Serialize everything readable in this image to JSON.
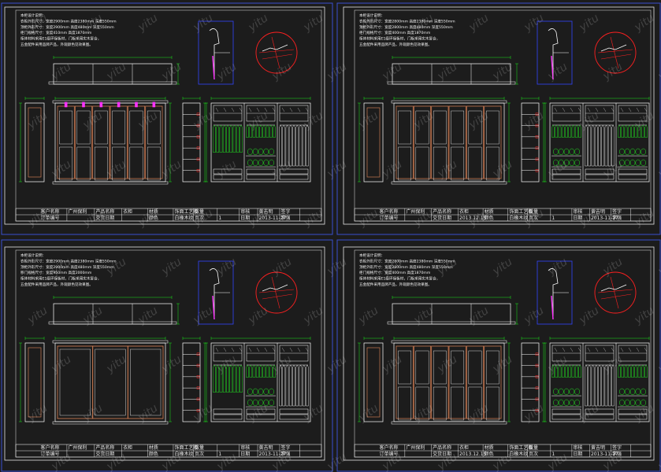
{
  "colors": {
    "background": "#1c1c1c",
    "sheet_border": "#e6e6e6",
    "outer_border": "#3a4fd0",
    "cabinet_line": "#ffffff",
    "door_panel": "#c87850",
    "dimension": "#19e619",
    "magenta_hinge": "#ff33ff",
    "detail_circle": "#ff2020",
    "profile_box": "#3344ff",
    "hangers": "#22ee22"
  },
  "watermark": "yitu",
  "sheets": [
    {
      "id": "top-left",
      "notes": [
        "本柜设计说明：",
        "衣柜外形尺寸：宽度2900mm  高度2380mm  深度550mm",
        "顶柜外形尺寸：宽度2900mm  高度480mm  深度550mm",
        "柜门规格尺寸：宽度410mm  高度1870mm",
        "柜体材料采用E1级环保板材，门板采用实木复合，",
        "五金配件采用品牌产品，外观颜色见效果图。"
      ],
      "door_style": "hinged-6",
      "interior": [
        "hang-short",
        "hang-mixed",
        "hang-long"
      ],
      "title_block": {
        "row1": [
          "客户名称",
          "广州保利",
          "产品名称",
          "衣柜",
          "材质",
          "饰面工艺板",
          "数量",
          "",
          "审核",
          "黄吉明",
          "签字",
          ""
        ],
        "row2": [
          "订单编号",
          "",
          "交货日期",
          "",
          "颜色",
          "白橡木纹",
          "页次",
          "1",
          "日期",
          "2013-11-27",
          "李强",
          ""
        ]
      }
    },
    {
      "id": "top-right",
      "notes": [
        "本柜设计说明：",
        "衣柜外形尺寸：宽度2800mm  高度2380mm  深度550mm",
        "顶柜外形尺寸：宽度2800mm  高度480mm  深度550mm",
        "柜门规格尺寸：宽度400mm  高度1870mm",
        "柜体材料采用E1级环保板材，门板采用实木复合，",
        "五金配件采用品牌产品，外观颜色见效果图。"
      ],
      "door_style": "hinged-6",
      "interior": [
        "hang-folded",
        "hang-long",
        "hang-folded"
      ],
      "title_block": {
        "row1": [
          "客户名称",
          "广州保利",
          "产品名称",
          "衣柜",
          "材质",
          "饰面工艺板",
          "数量",
          "",
          "审核",
          "黄吉明",
          "签字",
          ""
        ],
        "row2": [
          "订单编号",
          "",
          "交货日期",
          "2013.12.15",
          "颜色",
          "白橡木纹",
          "页次",
          "1",
          "日期",
          "2013-11-27",
          "李强",
          ""
        ]
      }
    },
    {
      "id": "bottom-left",
      "notes": [
        "本柜设计说明：",
        "衣柜外形尺寸：宽度2900mm  高度2380mm  深度550mm",
        "顶柜外形尺寸：宽度2900mm  高度480mm  深度550mm",
        "移门规格尺寸：宽度950mm  高度2000mm",
        "柜体材料采用E1级环保板材，门板采用实木复合，",
        "五金配件采用品牌产品，外观颜色见效果图。"
      ],
      "door_style": "sliding-3",
      "interior": [
        "hang-short",
        "hang-folded",
        "hang-long"
      ],
      "title_block": {
        "row1": [
          "客户名称",
          "广州保利",
          "产品名称",
          "衣柜",
          "材质",
          "饰面工艺板",
          "数量",
          "",
          "审核",
          "黄吉明",
          "签字",
          ""
        ],
        "row2": [
          "订单编号",
          "",
          "交货日期",
          "",
          "颜色",
          "白橡木纹",
          "页次",
          "1",
          "日期",
          "2013-11-27",
          "李强",
          ""
        ]
      }
    },
    {
      "id": "bottom-right",
      "notes": [
        "本柜设计说明：",
        "衣柜外形尺寸：宽度2800mm  高度2380mm  深度550mm",
        "顶柜外形尺寸：宽度2800mm  高度480mm  深度550mm",
        "柜门规格尺寸：宽度400mm  高度1870mm",
        "柜体材料采用E1级环保板材，门板采用实木复合，",
        "五金配件采用品牌产品，外观颜色见效果图。"
      ],
      "door_style": "hinged-6",
      "interior": [
        "hang-folded",
        "hang-long",
        "hang-folded"
      ],
      "title_block": {
        "row1": [
          "客户名称",
          "广州保利",
          "产品名称",
          "衣柜",
          "材质",
          "饰面工艺板",
          "数量",
          "",
          "审核",
          "黄吉明",
          "签字",
          ""
        ],
        "row2": [
          "订单编号",
          "",
          "交货日期",
          "2013.12.15",
          "颜色",
          "白橡木纹",
          "页次",
          "1",
          "日期",
          "2013-11-27",
          "李强",
          ""
        ]
      }
    }
  ]
}
